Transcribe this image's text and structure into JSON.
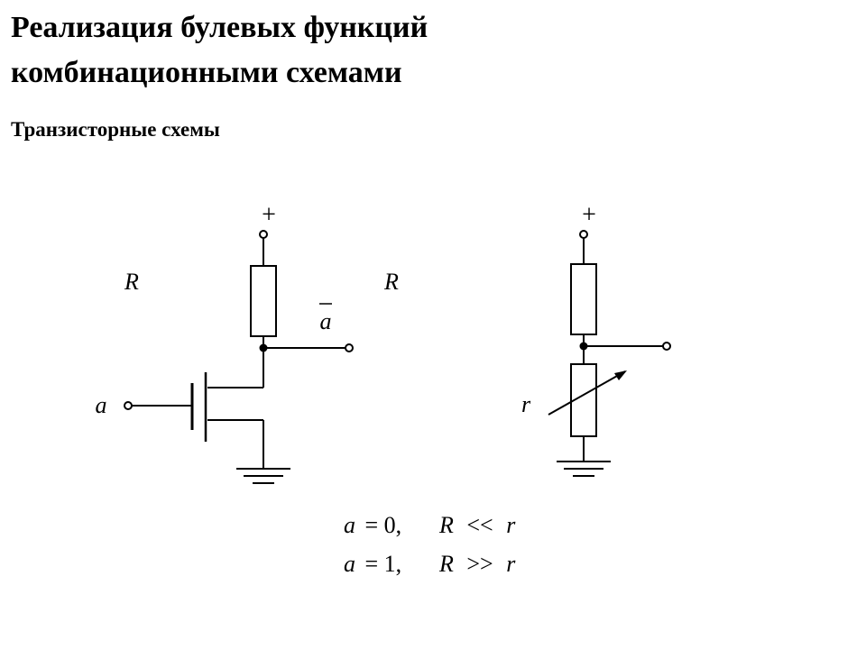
{
  "slide": {
    "title_line1": "Реализация булевых функций",
    "title_line2": "комбинационными схемами",
    "subtitle": "Транзисторные схемы"
  },
  "left_circuit": {
    "supply_label": "+",
    "resistor_label": "R",
    "output_label": "a",
    "input_label": "a"
  },
  "right_circuit": {
    "supply_label": "+",
    "resistor_label": "R",
    "variable_resistor_label": "r"
  },
  "conditions": [
    {
      "var": "a",
      "value": "= 0,",
      "lhs": "R",
      "op": "<<",
      "rhs": "r"
    },
    {
      "var": "a",
      "value": "= 1,",
      "lhs": "R",
      "op": ">>",
      "rhs": "r"
    }
  ]
}
